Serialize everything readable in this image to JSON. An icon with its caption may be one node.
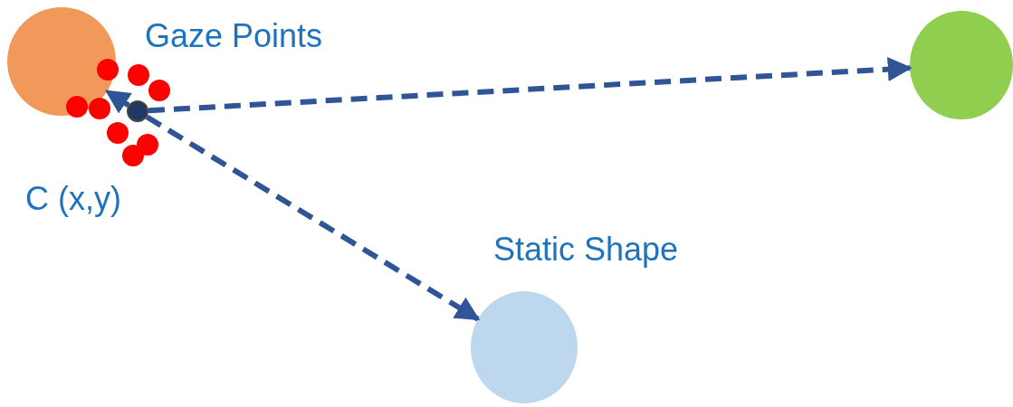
{
  "diagram": {
    "nodes": [
      {
        "text": [],
        "shape": "circle"
      },
      {
        "text": [],
        "shape": "circle",
        "beside": [
          "C (x,y)"
        ]
      },
      {
        "text": [],
        "shape": "circle"
      },
      {
        "text": [],
        "shape": "circle",
        "beside": [
          "Static Shape"
        ]
      }
    ],
    "edges": [
      {
        "from": 1,
        "to": 0,
        "arrow": "to",
        "style": "dashed"
      },
      {
        "from": 1,
        "to": 2,
        "arrow": "to",
        "style": "dashed"
      },
      {
        "from": 1,
        "to": 3,
        "arrow": "to",
        "style": "dashed"
      }
    ],
    "labels": [
      "Gaze Points"
    ]
  }
}
